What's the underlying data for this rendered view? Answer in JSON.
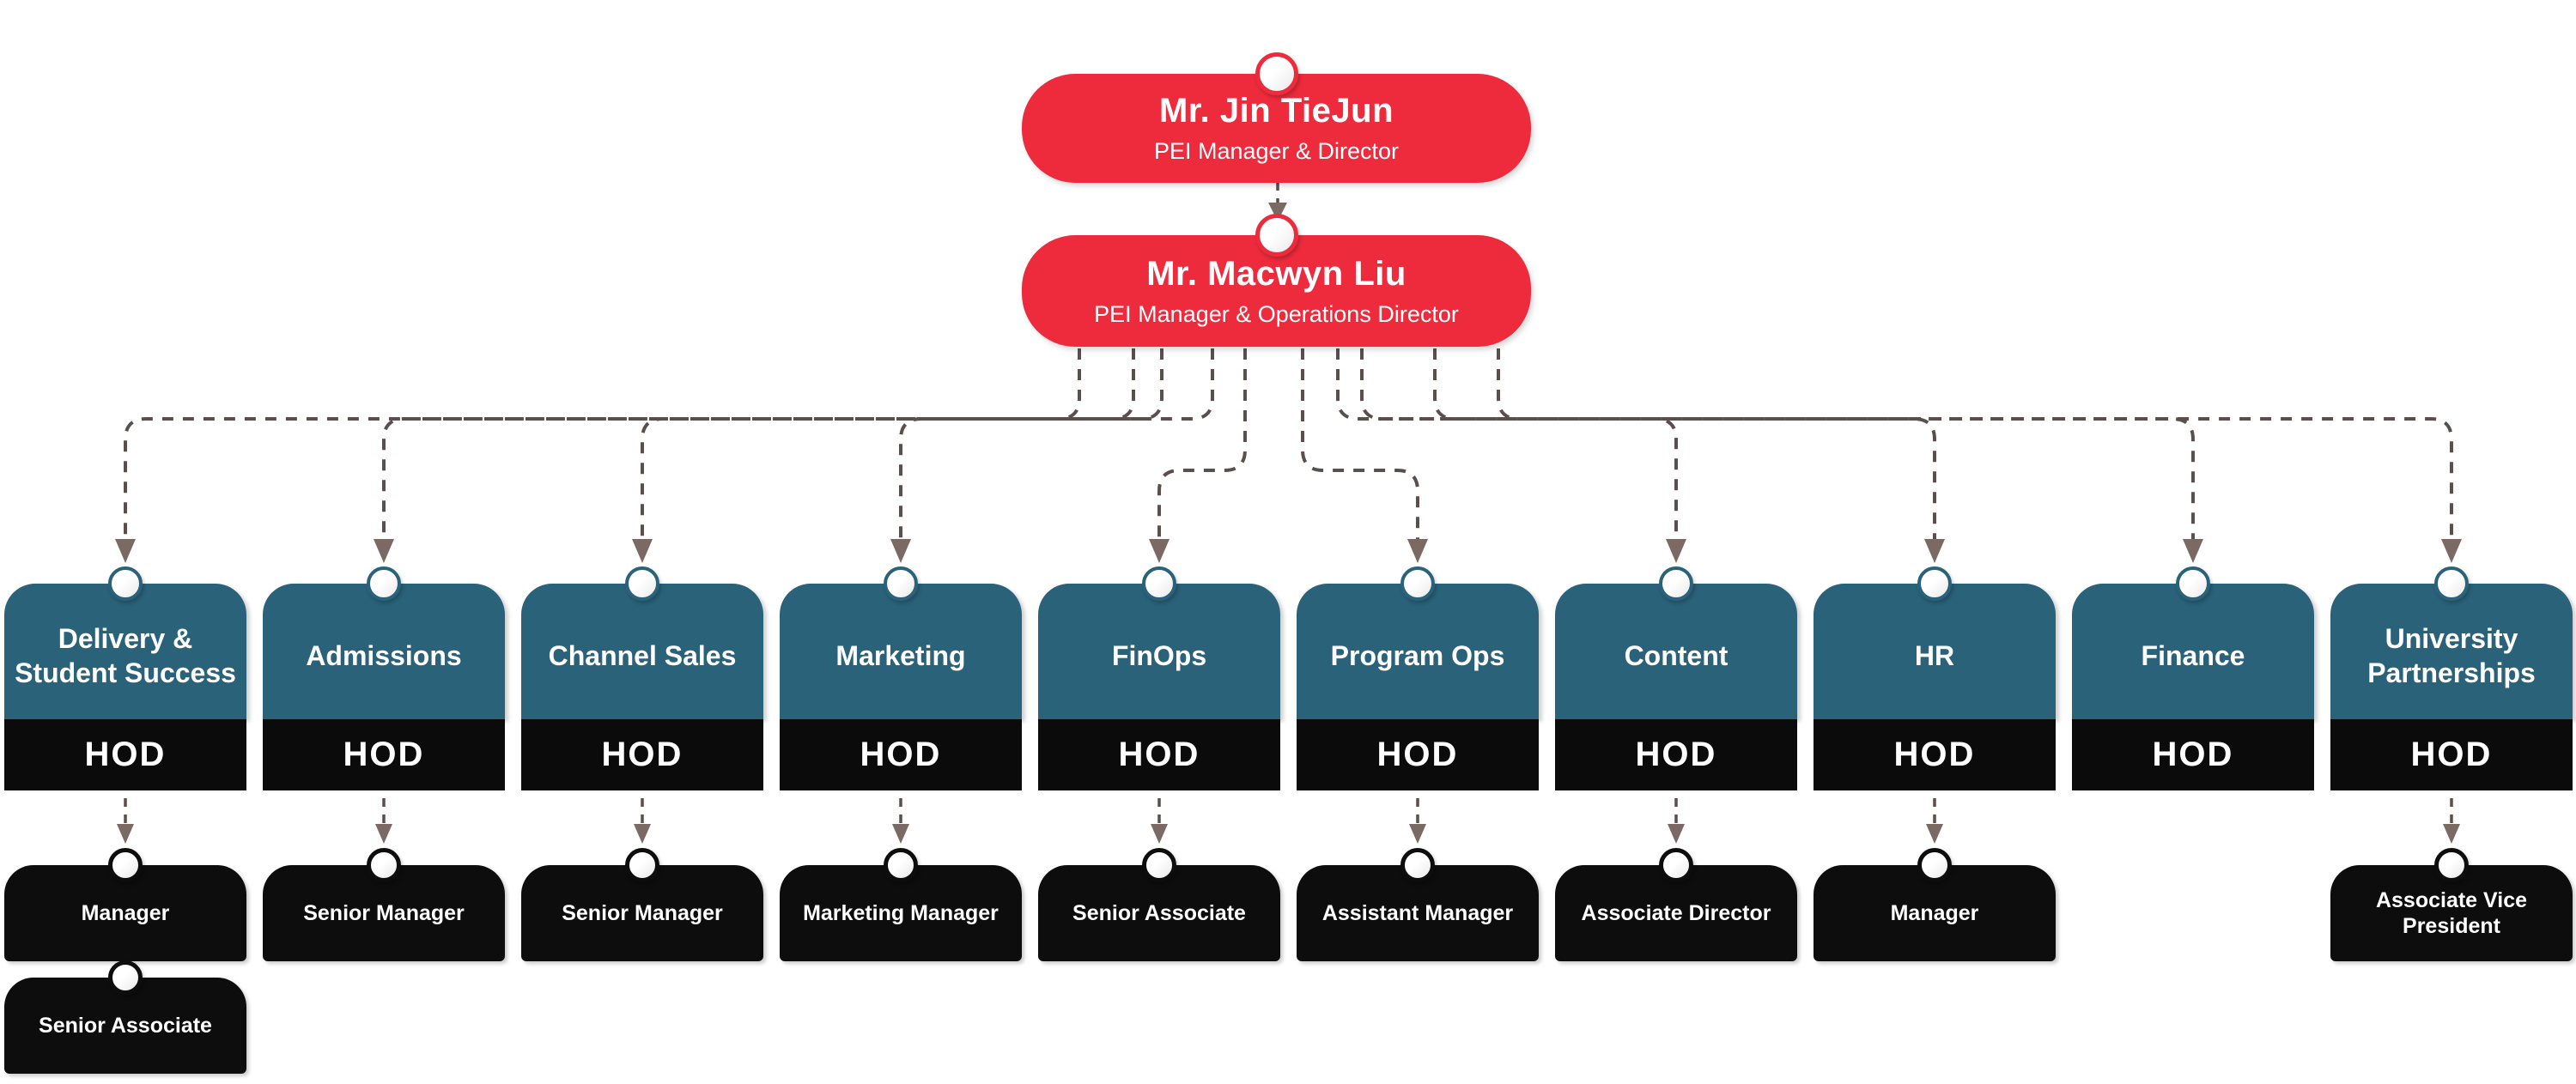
{
  "org_chart": {
    "root": {
      "name": "Mr. Jin TieJun",
      "title": "PEI Manager & Director"
    },
    "deputy": {
      "name": "Mr. Macwyn Liu",
      "title": "PEI Manager & Operations Director"
    },
    "departments": [
      {
        "name": "Delivery &\nStudent Success",
        "hod_label": "HOD",
        "reports": [
          "Manager",
          "Senior Associate"
        ]
      },
      {
        "name": "Admissions",
        "hod_label": "HOD",
        "reports": [
          "Senior Manager"
        ]
      },
      {
        "name": "Channel Sales",
        "hod_label": "HOD",
        "reports": [
          "Senior Manager"
        ]
      },
      {
        "name": "Marketing",
        "hod_label": "HOD",
        "reports": [
          "Marketing Manager"
        ]
      },
      {
        "name": "FinOps",
        "hod_label": "HOD",
        "reports": [
          "Senior Associate"
        ]
      },
      {
        "name": "Program Ops",
        "hod_label": "HOD",
        "reports": [
          "Assistant Manager"
        ]
      },
      {
        "name": "Content",
        "hod_label": "HOD",
        "reports": [
          "Associate Director"
        ]
      },
      {
        "name": "HR",
        "hod_label": "HOD",
        "reports": [
          "Manager"
        ]
      },
      {
        "name": "Finance",
        "hod_label": "HOD",
        "reports": []
      },
      {
        "name": "University\nPartnerships",
        "hod_label": "HOD",
        "reports": [
          "Associate Vice President"
        ]
      }
    ],
    "colors": {
      "executive_red": "#ED2B3C",
      "department_teal": "#2A627A",
      "node_black": "#0d0d0d",
      "connector": "#5a4f4c",
      "arrowhead": "#7b6a64",
      "text": "#ffffff",
      "background": "#ffffff"
    }
  }
}
